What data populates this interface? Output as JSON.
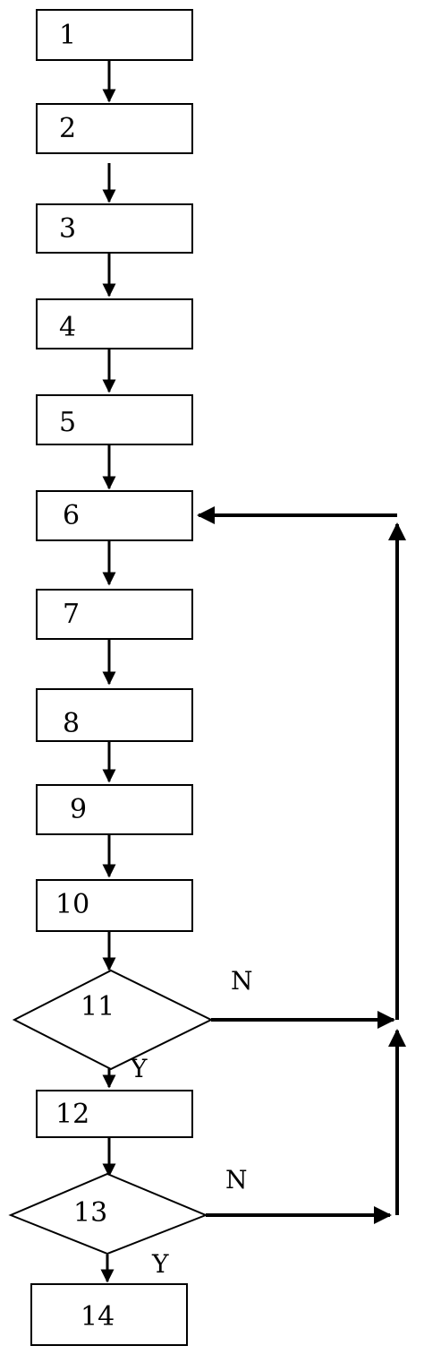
{
  "steps": {
    "s1": "1",
    "s2": "2",
    "s3": "3",
    "s4": "4",
    "s5": "5",
    "s6": "6",
    "s7": "7",
    "s8": "8",
    "s9": "9",
    "s10": "10",
    "s11": "11",
    "s12": "12",
    "s13": "13",
    "s14": "14"
  },
  "branches": {
    "d11_no": "N",
    "d11_yes": "Y",
    "d13_no": "N",
    "d13_yes": "Y"
  },
  "colors": {
    "line": "#000000",
    "background": "#ffffff"
  }
}
